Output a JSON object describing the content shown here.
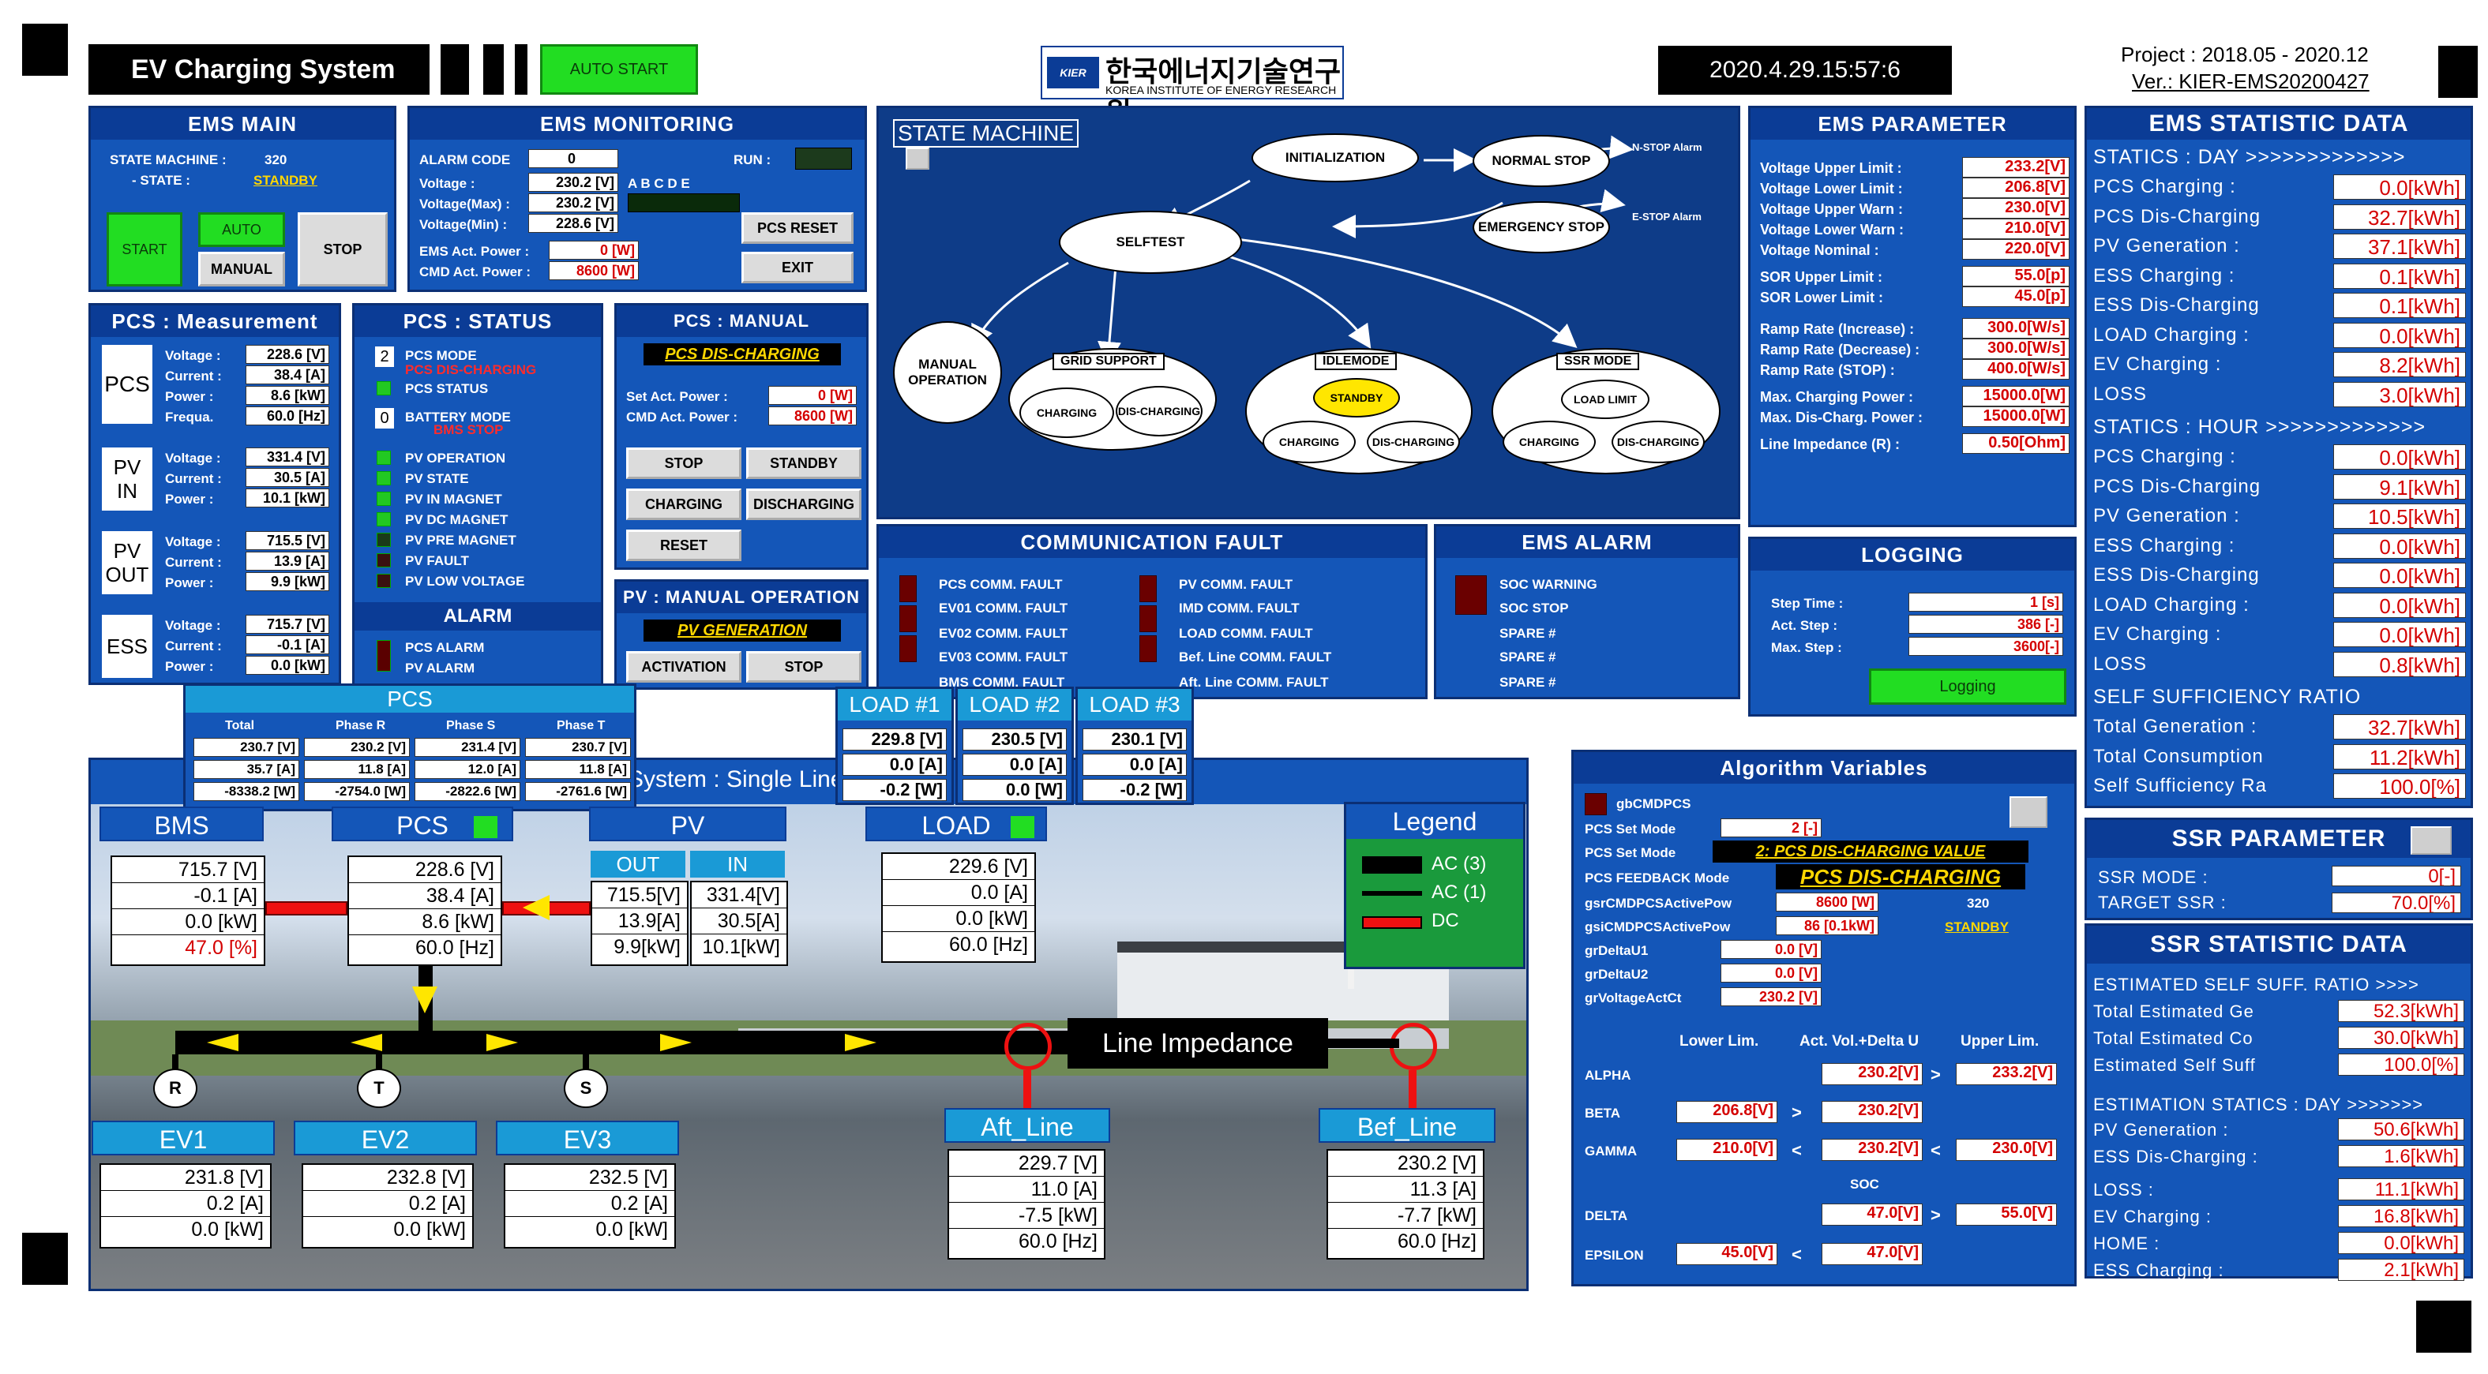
{
  "header": {
    "title": "EV Charging System",
    "auto_start": "AUTO START",
    "datetime": "2020.4.29.15:57:6",
    "project": "Project : 2018.05 - 2020.12",
    "version": "Ver.: KIER-EMS20200427",
    "logo_kr": "한국에너지기술연구원",
    "logo_en": "KOREA INSTITUTE OF ENERGY RESEARCH"
  },
  "ems_main": {
    "title": "EMS MAIN",
    "state_machine_label": "STATE MACHINE :",
    "state_machine_value": "320",
    "state_label": "- STATE :",
    "state_value": "STANDBY",
    "start": "START",
    "auto": "AUTO",
    "manual": "MANUAL",
    "stop": "STOP"
  },
  "ems_monitoring": {
    "title": "EMS MONITORING",
    "alarm_code_label": "ALARM CODE",
    "alarm_code": "0",
    "run_label": "RUN :",
    "rows": [
      {
        "label": "Voltage :",
        "value": "230.2 [V]"
      },
      {
        "label": "Voltage(Max) :",
        "value": "230.2 [V]"
      },
      {
        "label": "Voltage(Min) :",
        "value": "228.6 [V]"
      },
      {
        "label": "EMS Act. Power :",
        "value": "0 [W]"
      },
      {
        "label": "CMD Act. Power :",
        "value": "8600 [W]"
      }
    ],
    "abcde": "A B C D E",
    "pcs_reset": "PCS RESET",
    "exit": "EXIT"
  },
  "pcs_meas": {
    "title": "PCS : Measurement",
    "groups": [
      {
        "name": "PCS",
        "rows": [
          [
            "Voltage :",
            "228.6 [V]"
          ],
          [
            "Current :",
            "38.4 [A]"
          ],
          [
            "Power :",
            "8.6 [kW]"
          ],
          [
            "Frequa.",
            "60.0 [Hz]"
          ]
        ]
      },
      {
        "name": "PV IN",
        "rows": [
          [
            "Voltage :",
            "331.4 [V]"
          ],
          [
            "Current :",
            "30.5 [A]"
          ],
          [
            "Power :",
            "10.1 [kW]"
          ]
        ]
      },
      {
        "name": "PV OUT",
        "rows": [
          [
            "Voltage :",
            "715.5 [V]"
          ],
          [
            "Current :",
            "13.9 [A]"
          ],
          [
            "Power :",
            "9.9 [kW]"
          ]
        ]
      },
      {
        "name": "ESS",
        "rows": [
          [
            "Voltage :",
            "715.7 [V]"
          ],
          [
            "Current :",
            "-0.1 [A]"
          ],
          [
            "Power :",
            "0.0 [kW]"
          ]
        ]
      }
    ]
  },
  "pcs_status": {
    "title": "PCS : STATUS",
    "pcs_mode_num": "2",
    "pcs_mode": "PCS MODE",
    "pcs_mode_val": "PCS DIS-CHARGING",
    "pcs_status": "PCS STATUS",
    "battery_num": "0",
    "battery_mode": "BATTERY MODE",
    "battery_val": "BMS STOP",
    "pv_items": [
      "PV OPERATION",
      "PV STATE",
      "PV IN MAGNET",
      "PV DC MAGNET",
      "PV PRE MAGNET",
      "PV FAULT",
      "PV LOW VOLTAGE"
    ],
    "alarm_title": "ALARM",
    "alarms": [
      "PCS ALARM",
      "PV ALARM"
    ]
  },
  "pcs_manual": {
    "title": "PCS : MANUAL OPERATION",
    "mode": "PCS DIS-CHARGING",
    "set_label": "Set Act. Power :",
    "set_value": "0 [W]",
    "cmd_label": "CMD Act. Power :",
    "cmd_value": "8600 [W]",
    "stop": "STOP",
    "standby": "STANDBY",
    "charging": "CHARGING",
    "discharging": "DISCHARGING",
    "reset": "RESET"
  },
  "pv_manual": {
    "title": "PV : MANUAL OPERATION",
    "mode": "PV GENERATION",
    "activation": "ACTIVATION",
    "stop": "STOP"
  },
  "state_machine": {
    "title": "STATE MACHINE",
    "init": "INITIALIZATION",
    "normal_stop": "NORMAL STOP",
    "emergency_stop": "EMERGENCY STOP",
    "n_stop": "N-STOP Alarm",
    "e_stop": "E-STOP Alarm",
    "selftest": "SELFTEST",
    "manual_op": "MANUAL OPERATION",
    "grid_support": "GRID SUPPORT",
    "idlemode": "IDLEMODE",
    "ssr_mode": "SSR MODE",
    "charging": "CHARGING",
    "discharging": "DIS-CHARGING",
    "standby": "STANDBY",
    "load_limit": "LOAD LIMIT"
  },
  "comm_fault": {
    "title": "COMMUNICATION FAULT",
    "left": [
      "PCS COMM. FAULT",
      "EV01 COMM. FAULT",
      "EV02 COMM. FAULT",
      "EV03 COMM. FAULT",
      "BMS COMM. FAULT"
    ],
    "right": [
      "PV COMM. FAULT",
      "IMD COMM. FAULT",
      "LOAD COMM. FAULT",
      "Bef. Line COMM. FAULT",
      "Aft. Line COMM. FAULT"
    ]
  },
  "ems_alarm": {
    "title": "EMS ALARM",
    "items": [
      "SOC WARNING",
      "SOC STOP",
      "SPARE #",
      "SPARE #",
      "SPARE #"
    ]
  },
  "ems_param": {
    "title": "EMS PARAMETER",
    "rows": [
      [
        "Voltage Upper Limit :",
        "233.2[V]"
      ],
      [
        "Voltage Lower Limit :",
        "206.8[V]"
      ],
      [
        "Voltage Upper Warn :",
        "230.0[V]"
      ],
      [
        "Voltage Lower Warn :",
        "210.0[V]"
      ],
      [
        "Voltage Nominal :",
        "220.0[V]"
      ],
      [
        "SOR Upper Limit :",
        "55.0[p]"
      ],
      [
        "SOR Lower Limit :",
        "45.0[p]"
      ],
      [
        "Ramp Rate (Increase) :",
        "300.0[W/s]"
      ],
      [
        "Ramp Rate (Decrease) :",
        "300.0[W/s]"
      ],
      [
        "Ramp Rate (STOP) :",
        "400.0[W/s]"
      ],
      [
        "Max. Charging Power :",
        "15000.0[W]"
      ],
      [
        "Max. Dis-Charg. Power :",
        "15000.0[W]"
      ],
      [
        "Line Impedance (R) :",
        "0.50[Ohm]"
      ]
    ]
  },
  "logging": {
    "title": "LOGGING",
    "rows": [
      [
        "Step Time :",
        "1 [s]"
      ],
      [
        "Act. Step :",
        "386 [-]"
      ],
      [
        "Max. Step :",
        "3600[-]"
      ]
    ],
    "button": "Logging"
  },
  "stat": {
    "title": "EMS STATISTIC DATA",
    "day_title": "STATICS : DAY >>>>>>>>>>>>>",
    "day": [
      [
        "PCS Charging :",
        "0.0[kWh]"
      ],
      [
        "PCS Dis-Charging",
        "32.7[kWh]"
      ],
      [
        "PV Generation :",
        "37.1[kWh]"
      ],
      [
        "ESS Charging :",
        "0.1[kWh]"
      ],
      [
        "ESS Dis-Charging",
        "0.1[kWh]"
      ],
      [
        "LOAD Charging :",
        "0.0[kWh]"
      ],
      [
        "EV Charging :",
        "8.2[kWh]"
      ],
      [
        "LOSS",
        "3.0[kWh]"
      ]
    ],
    "hour_title": "STATICS : HOUR >>>>>>>>>>>>>",
    "hour": [
      [
        "PCS Charging :",
        "0.0[kWh]"
      ],
      [
        "PCS Dis-Charging",
        "9.1[kWh]"
      ],
      [
        "PV Generation :",
        "10.5[kWh]"
      ],
      [
        "ESS Charging :",
        "0.0[kWh]"
      ],
      [
        "ESS Dis-Charging",
        "0.0[kWh]"
      ],
      [
        "LOAD Charging :",
        "0.0[kWh]"
      ],
      [
        "EV Charging :",
        "0.0[kWh]"
      ],
      [
        "LOSS",
        "0.8[kWh]"
      ]
    ],
    "ratio_title": "SELF SUFFICIENCY RATIO",
    "ratio": [
      [
        "Total Generation :",
        "32.7[kWh]"
      ],
      [
        "Total Consumption",
        "11.2[kWh]"
      ],
      [
        "Self Sufficiency Ra",
        "100.0[%]"
      ]
    ]
  },
  "ssr_param": {
    "title": "SSR PARAMETER",
    "rows": [
      [
        "SSR MODE :",
        "0[-]"
      ],
      [
        "TARGET SSR :",
        "70.0[%]"
      ]
    ]
  },
  "ssr_stat": {
    "title": "SSR STATISTIC DATA",
    "est_title": "ESTIMATED SELF SUFF. RATIO >>>>",
    "est": [
      [
        "Total Estimated Ge",
        "52.3[kWh]"
      ],
      [
        "Total Estimated Co",
        "30.0[kWh]"
      ],
      [
        "Estimated Self Suff",
        "100.0[%]"
      ]
    ],
    "day_title": "ESTIMATION STATICS : DAY >>>>>>>",
    "day": [
      [
        "PV Generation :",
        "50.6[kWh]"
      ],
      [
        "ESS Dis-Charging :",
        "1.6[kWh]"
      ],
      [
        "LOSS :",
        "11.1[kWh]"
      ],
      [
        "EV Charging :",
        "16.8[kWh]"
      ],
      [
        "HOME :",
        "0.0[kWh]"
      ],
      [
        "ESS Charging :",
        "2.1[kWh]"
      ]
    ]
  },
  "algo": {
    "title": "Algorithm Variables",
    "cmd": "gbCMDPCS",
    "rows": [
      [
        "PCS Set Mode",
        "2 [-]"
      ],
      [
        "PCS Set Mode",
        "2: PCS DIS-CHARGING VALUE"
      ],
      [
        "PCS FEEDBACK Mode",
        "PCS DIS-CHARGING"
      ],
      [
        "gsrCMDPCSActivePow",
        "8600 [W]"
      ],
      [
        "gsiCMDPCSActivePow",
        "86 [0.1kW]"
      ],
      [
        "grDeltaU1",
        "0.0 [V]"
      ],
      [
        "grDeltaU2",
        "0.0 [V]"
      ],
      [
        "grVoltageActCt",
        "230.2 [V]"
      ]
    ],
    "sm_val": "320",
    "sm_state": "STANDBY",
    "col_lower": "Lower Lim.",
    "col_act": "Act. Vol.+Delta U",
    "col_upper": "Upper Lim.",
    "alpha": "ALPHA",
    "alpha_act": "230.2[V]",
    "alpha_up": "233.2[V]",
    "beta": "BETA",
    "beta_low": "206.8[V]",
    "beta_act": "230.2[V]",
    "gamma": "GAMMA",
    "gamma_low": "210.0[V]",
    "gamma_act": "230.2[V]",
    "gamma_up": "230.0[V]",
    "soc": "SOC",
    "delta": "DELTA",
    "delta_act": "47.0[V]",
    "delta_up": "55.0[V]",
    "epsilon": "EPSILON",
    "eps_low": "45.0[V]",
    "eps_act": "47.0[V]"
  },
  "pcs_table": {
    "title": "PCS",
    "headers": [
      "Total",
      "Phase R",
      "Phase S",
      "Phase T"
    ],
    "rows": [
      [
        "230.7 [V]",
        "230.2 [V]",
        "231.4 [V]",
        "230.7 [V]"
      ],
      [
        "35.7 [A]",
        "11.8 [A]",
        "12.0 [A]",
        "11.8 [A]"
      ],
      [
        "-8338.2 [W]",
        "-2754.0 [W]",
        "-2822.6 [W]",
        "-2761.6 [W]"
      ]
    ]
  },
  "loads": [
    {
      "title": "LOAD #1",
      "rows": [
        "229.8 [V]",
        "0.0 [A]",
        "-0.2 [W]"
      ]
    },
    {
      "title": "LOAD #2",
      "rows": [
        "230.5 [V]",
        "0.0 [A]",
        "0.0 [W]"
      ]
    },
    {
      "title": "LOAD #3",
      "rows": [
        "230.1 [V]",
        "0.0 [A]",
        "-0.2 [W]"
      ]
    }
  ],
  "system": {
    "title": "System : Single Line",
    "bms": {
      "title": "BMS",
      "rows": [
        "715.7 [V]",
        "-0.1 [A]",
        "0.0 [kW]",
        "47.0 [%]"
      ]
    },
    "pcs": {
      "title": "PCS",
      "rows": [
        "228.6 [V]",
        "38.4 [A]",
        "8.6 [kW]",
        "60.0 [Hz]"
      ]
    },
    "pv": {
      "title": "PV",
      "out": "OUT",
      "in": "IN",
      "out_rows": [
        "715.5[V]",
        "13.9[A]",
        "9.9[kW]"
      ],
      "in_rows": [
        "331.4[V]",
        "30.5[A]",
        "10.1[kW]"
      ]
    },
    "load": {
      "title": "LOAD",
      "rows": [
        "229.6 [V]",
        "0.0 [A]",
        "0.0 [kW]",
        "60.0 [Hz]"
      ]
    },
    "legend": {
      "title": "Legend",
      "items": [
        "AC (3)",
        "AC (1)",
        "DC"
      ]
    },
    "line_impedance": "Line Impedance",
    "phases": [
      "R",
      "T",
      "S"
    ],
    "evs": [
      {
        "title": "EV1",
        "rows": [
          "231.8 [V]",
          "0.2 [A]",
          "0.0 [kW]"
        ]
      },
      {
        "title": "EV2",
        "rows": [
          "232.8 [V]",
          "0.2 [A]",
          "0.0 [kW]"
        ]
      },
      {
        "title": "EV3",
        "rows": [
          "232.5 [V]",
          "0.2 [A]",
          "0.0 [kW]"
        ]
      }
    ],
    "aft": {
      "title": "Aft_Line",
      "rows": [
        "229.7 [V]",
        "11.0 [A]",
        "-7.5 [kW]",
        "60.0 [Hz]"
      ]
    },
    "bef": {
      "title": "Bef_Line",
      "rows": [
        "230.2 [V]",
        "11.3 [A]",
        "-7.7 [kW]",
        "60.0 [Hz]"
      ]
    }
  }
}
